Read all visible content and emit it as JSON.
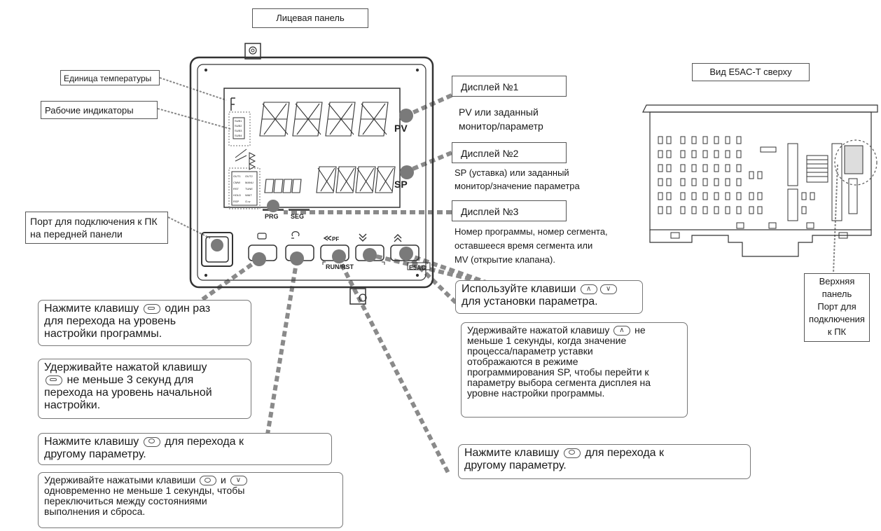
{
  "front_panel_title": "Лицевая панель",
  "top_view_title": "Вид E5AC-T сверху",
  "labels": {
    "temp_unit": "Единица температуры",
    "indicators": "Рабочие индикаторы",
    "pc_port_front": "Порт для подключения к ПК на передней панели",
    "display1": "Дисплей №1",
    "display1_desc_1": "PV или заданный",
    "display1_desc_2": "монитор/параметр",
    "display2": "Дисплей №2",
    "display2_desc_1": "SP (уставка) или заданный",
    "display2_desc_2": "монитор/значение параметра",
    "display3": "Дисплей №3",
    "display3_desc_1": "Номер программы, номер сегмента,",
    "display3_desc_2": "оставшееся время сегмента или",
    "display3_desc_3": "MV (открытие клапана).",
    "top_port_1": "Верхняя",
    "top_port_2": "панель",
    "top_port_3": "Порт для",
    "top_port_4": "подключения",
    "top_port_5": "к ПК"
  },
  "device": {
    "pv_label": "PV",
    "sp_label": "SP",
    "prg_label": "PRG",
    "seg_label": "SEG",
    "run_rst_label": "RUN/RST",
    "model": "E5AC",
    "pf_label": "PF",
    "indicator_labels": [
      "SUB1",
      "SUB2",
      "SUB3",
      "SUB4"
    ],
    "status_labels": [
      "OUT1",
      "OUT2",
      "CMW",
      "MANU",
      "RST",
      "TUNE",
      "HOLD",
      "WAIT",
      "RSP",
      "O-w"
    ]
  },
  "notes": {
    "n1_a": "Нажмите клавишу",
    "n1_b": "один раз",
    "n1_c": "для перехода на уровень",
    "n1_d": "настройки программы.",
    "n2_a": "Удерживайте нажатой клавишу",
    "n2_b": "не меньше 3 секунд для",
    "n2_c": "перехода на уровень начальной",
    "n2_d": "настройки.",
    "n3_a": "Нажмите клавишу",
    "n3_b": "для перехода к",
    "n3_c": "другому параметру.",
    "n4_a": "Удерживайте нажатыми клавиши",
    "n4_b": "и",
    "n4_c": "одновременно не меньше 1 секунды, чтобы",
    "n4_d": "переключиться между состояниями",
    "n4_e": "выполнения и сброса.",
    "n5_a": "Используйте клавиши",
    "n5_b": "для установки параметра.",
    "n6_a": "Удерживайте нажатой клавишу",
    "n6_b": "не",
    "n6_c": "меньше 1 секунды, когда значение",
    "n6_d": "процесса/параметр уставки",
    "n6_e": "отображаются в режиме",
    "n6_f": "программирования SP, чтобы перейти к",
    "n6_g": "параметру выбора сегмента дисплея на",
    "n6_h": "уровне настройки программы.",
    "n7_a": "Нажмите клавишу",
    "n7_b": "для перехода к",
    "n7_c": "другому параметру."
  },
  "colors": {
    "leader": "#8a8a8a",
    "outline": "#333333",
    "dot": "#7a7a7a"
  }
}
